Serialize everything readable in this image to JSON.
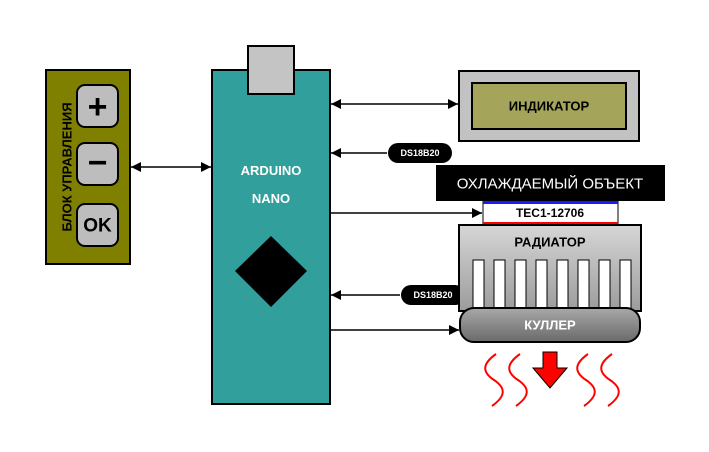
{
  "control_block": {
    "label": "БЛОК УПРАВЛЕНИЯ",
    "buttons": {
      "plus": "+",
      "minus": "−",
      "ok": "OK"
    }
  },
  "arduino": {
    "line1": "ARDUINO",
    "line2": "NANO"
  },
  "indicator": {
    "label": "ИНДИКАТОР"
  },
  "sensors": {
    "top": "DS18B20",
    "bottom": "DS18B20"
  },
  "cooled_object": {
    "label": "ОХЛАЖДАЕМЫЙ ОБЪЕКТ"
  },
  "tec": {
    "label": "TEC1-12706"
  },
  "radiator": {
    "label": "РАДИАТОР"
  },
  "cooler": {
    "label": "КУЛЛЕР"
  },
  "colors": {
    "olive": "#808000",
    "lcd": "#a4a45a",
    "teal": "#319f9c",
    "red": "#ff0000",
    "blue": "#1a1aff"
  }
}
